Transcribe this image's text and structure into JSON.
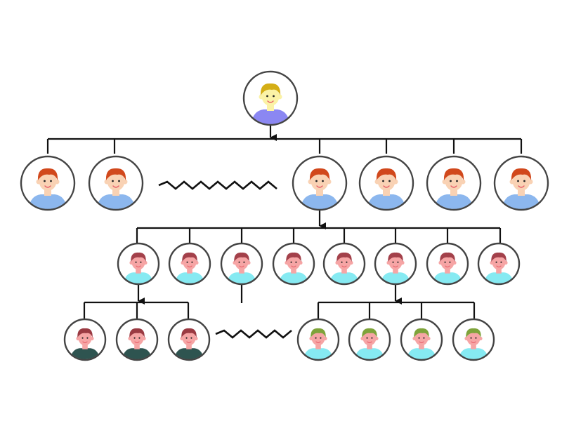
{
  "diagram": {
    "type": "hierarchy-tree",
    "colors": {
      "line": "#111111",
      "node_border": "#444444",
      "skin": "#f9d2b4",
      "mouth": "#e8606a"
    },
    "levels": [
      {
        "name": "root",
        "count": 1,
        "hair": "#d4ae16",
        "shirt": "#8b87f2",
        "skin": "#fbf2a6"
      },
      {
        "name": "level-1",
        "count": 6,
        "hair": "#d1481c",
        "shirt": "#8cb7ee",
        "skin": "#f9d2b4"
      },
      {
        "name": "level-2",
        "count": 8,
        "hair": "#a3404a",
        "shirt": "#86eaf2",
        "skin": "#f6a5a5"
      },
      {
        "name": "level-3-left",
        "count": 3,
        "hair": "#9a3a42",
        "shirt": "#2e5450",
        "skin": "#f6a5a5"
      },
      {
        "name": "level-3-right",
        "count": 4,
        "hair": "#7ea33a",
        "shirt": "#86eaf2",
        "skin": "#f6a5a5"
      }
    ],
    "ellipsis_markers": 2,
    "arrows": 4
  }
}
